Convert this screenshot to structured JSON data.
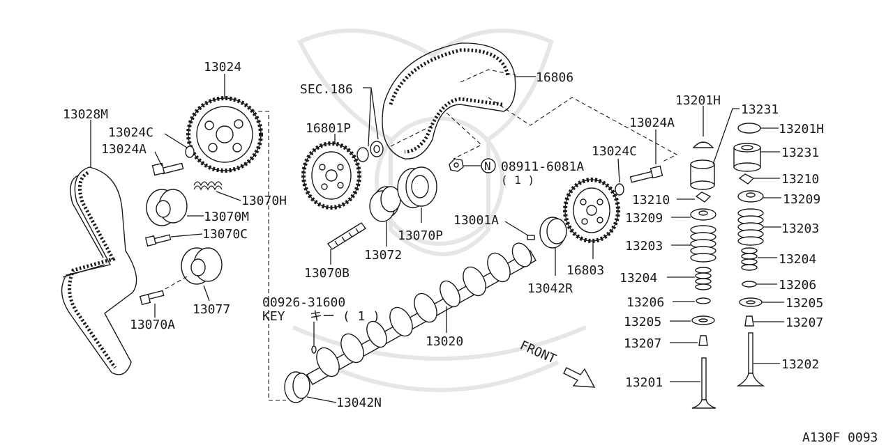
{
  "labels": {
    "p13024": "13024",
    "p13028M": "13028M",
    "p13024C_left": "13024C",
    "p13024A_left": "13024A",
    "p13070H": "13070H",
    "p13070M": "13070M",
    "p13070C": "13070C",
    "p13077": "13077",
    "p13070A": "13070A",
    "sec186": "SEC.186",
    "p16801P": "16801P",
    "p16806": "16806",
    "p08911": "08911-6081A",
    "p08911_qty": "( 1 )",
    "nut_symbol": "N",
    "p13072": "13072",
    "p13070P": "13070P",
    "p13070B": "13070B",
    "p13001A": "13001A",
    "p00926": "00926-31600",
    "key_label": "KEY",
    "key_qty": "キー ( 1 )",
    "p13020": "13020",
    "p13042R": "13042R",
    "p13042N": "13042N",
    "p16803": "16803",
    "p13024C_right": "13024C",
    "p13024A_right": "13024A",
    "front": "FRONT",
    "c_13201H": "13201H",
    "c_13210": "13210",
    "c_13209": "13209",
    "c_13203": "13203",
    "c_13204": "13204",
    "c_13206": "13206",
    "c_13205": "13205",
    "c_13207": "13207",
    "c_13201": "13201",
    "c_13231": "13231",
    "r_13201H": "13201H",
    "r_13231": "13231",
    "r_13210": "13210",
    "r_13209": "13209",
    "r_13203": "13203",
    "r_13204": "13204",
    "r_13206": "13206",
    "r_13205": "13205",
    "r_13207": "13207",
    "r_13202": "13202",
    "diagram_code": "A130F 0093"
  }
}
